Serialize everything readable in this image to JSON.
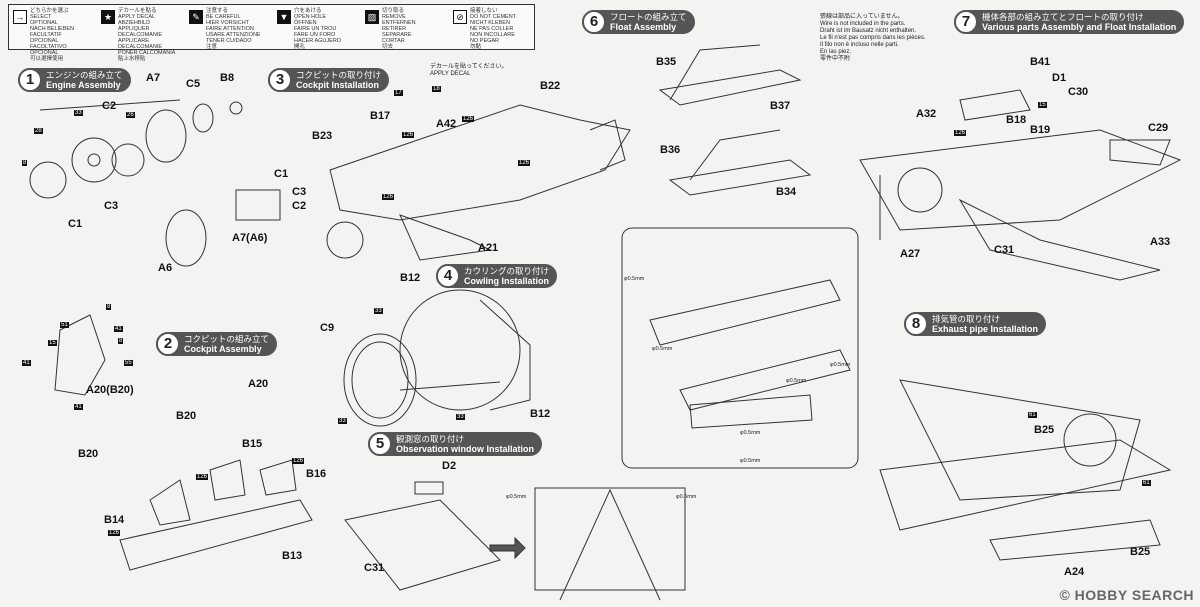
{
  "legend": [
    {
      "icon": "sign-icon",
      "text": "どちらかを選ぶ\nSELECT\nOPTIONAL\nNACH BELIEBEN\nFACULTATIF\nOPCIONAL\nFACOLTATIVO\nOPCIONAL\n可以選擇使用"
    },
    {
      "icon": "star-icon",
      "text": "デカールを貼る\nAPPLY DECAL\nABZIEHBILD\nAPPLIQUER DECALCOMANIE\nAPPLICARE DECALCOMANIE\nPONER CALCOMANIA\n貼上水移貼"
    },
    {
      "icon": "caution-icon",
      "text": "注意する\nBE CAREFUL\nHIER VORSICHT\nFAIRE ATTENTION\nUSARE ATTENZIONE\nTENER CUIDADO\n注意"
    },
    {
      "icon": "open-hole-icon",
      "text": "穴をあける\nOPEN HOLE\nÖFFNEN\nFAIRE UN TROU\nFARE UN FORO\nHACER AGUJERO\n開孔"
    },
    {
      "icon": "remove-icon",
      "text": "切り取る\nREMOVE\nENTFERNEN\nRETIRER\nSEPARARE\nCORTAR\n切去"
    },
    {
      "icon": "no-cement-icon",
      "text": "接着しない\nDO NOT CEMENT\nNICHT KLEBEN\nNE PAS COLLER\nNON INCOLLARE\nNO PEGAR\n勿黏"
    }
  ],
  "steps": [
    {
      "num": "1",
      "jp": "エンジンの組み立て",
      "en": "Engine Assembly"
    },
    {
      "num": "2",
      "jp": "コクピットの組み立て",
      "en": "Cockpit Assembly"
    },
    {
      "num": "3",
      "jp": "コクピットの取り付け",
      "en": "Cockpit Installation"
    },
    {
      "num": "4",
      "jp": "カウリングの取り付け",
      "en": "Cowling Installation"
    },
    {
      "num": "5",
      "jp": "観測窓の取り付け",
      "en": "Observation window Installation"
    },
    {
      "num": "6",
      "jp": "フロートの組み立て",
      "en": "Float Assembly"
    },
    {
      "num": "7",
      "jp": "機体各部の組み立てとフロートの取り付け",
      "en": "Various parts Assembly and Float Installation"
    },
    {
      "num": "8",
      "jp": "排気管の取り付け",
      "en": "Exhaust pipe Installation"
    }
  ],
  "notes": {
    "decal_jp": "デカールを貼ってください。",
    "decal_en": "APPLY DECAL",
    "wire": "張線は部品に入っていません。\nWire is not included in the parts.\nDraht ist im Bausatz nicht enthalten.\nLe fil n'est pas compris dans les pièces.\nIl filo non è incluso nelle parti.\nEn las piez.\n零件中不附"
  },
  "parts": [
    "A7",
    "C5",
    "B8",
    "C2",
    "C3",
    "C1",
    "A6",
    "A7(A6)",
    "C1",
    "C3",
    "C2",
    "B17",
    "A42",
    "B22",
    "B23",
    "A21",
    "B12",
    "C9",
    "B12",
    "A20(B20)",
    "A20",
    "B20",
    "B15",
    "B16",
    "B20",
    "B14",
    "B13",
    "D2",
    "C31",
    "B35",
    "B37",
    "B36",
    "B34",
    "B41",
    "D1",
    "C30",
    "A32",
    "B18",
    "B19",
    "C29",
    "A27",
    "C31",
    "A33",
    "B25",
    "B25",
    "A24"
  ],
  "part_numbers": [
    "28",
    "33",
    "26",
    "8",
    "8",
    "51",
    "41",
    "15",
    "8",
    "55",
    "41",
    "41",
    "126",
    "126",
    "126",
    "126",
    "17",
    "18",
    "126",
    "126",
    "126",
    "33",
    "33",
    "33",
    "126",
    "126",
    "126",
    "15",
    "126",
    "61",
    "61"
  ],
  "dims": [
    "φ0.5mm",
    "φ0.5mm",
    "φ0.5mm",
    "φ0.5mm",
    "φ0.5mm",
    "φ0.5mm",
    "φ0.5mm",
    "φ0.5mm"
  ],
  "watermark": "© HOBBY SEARCH"
}
